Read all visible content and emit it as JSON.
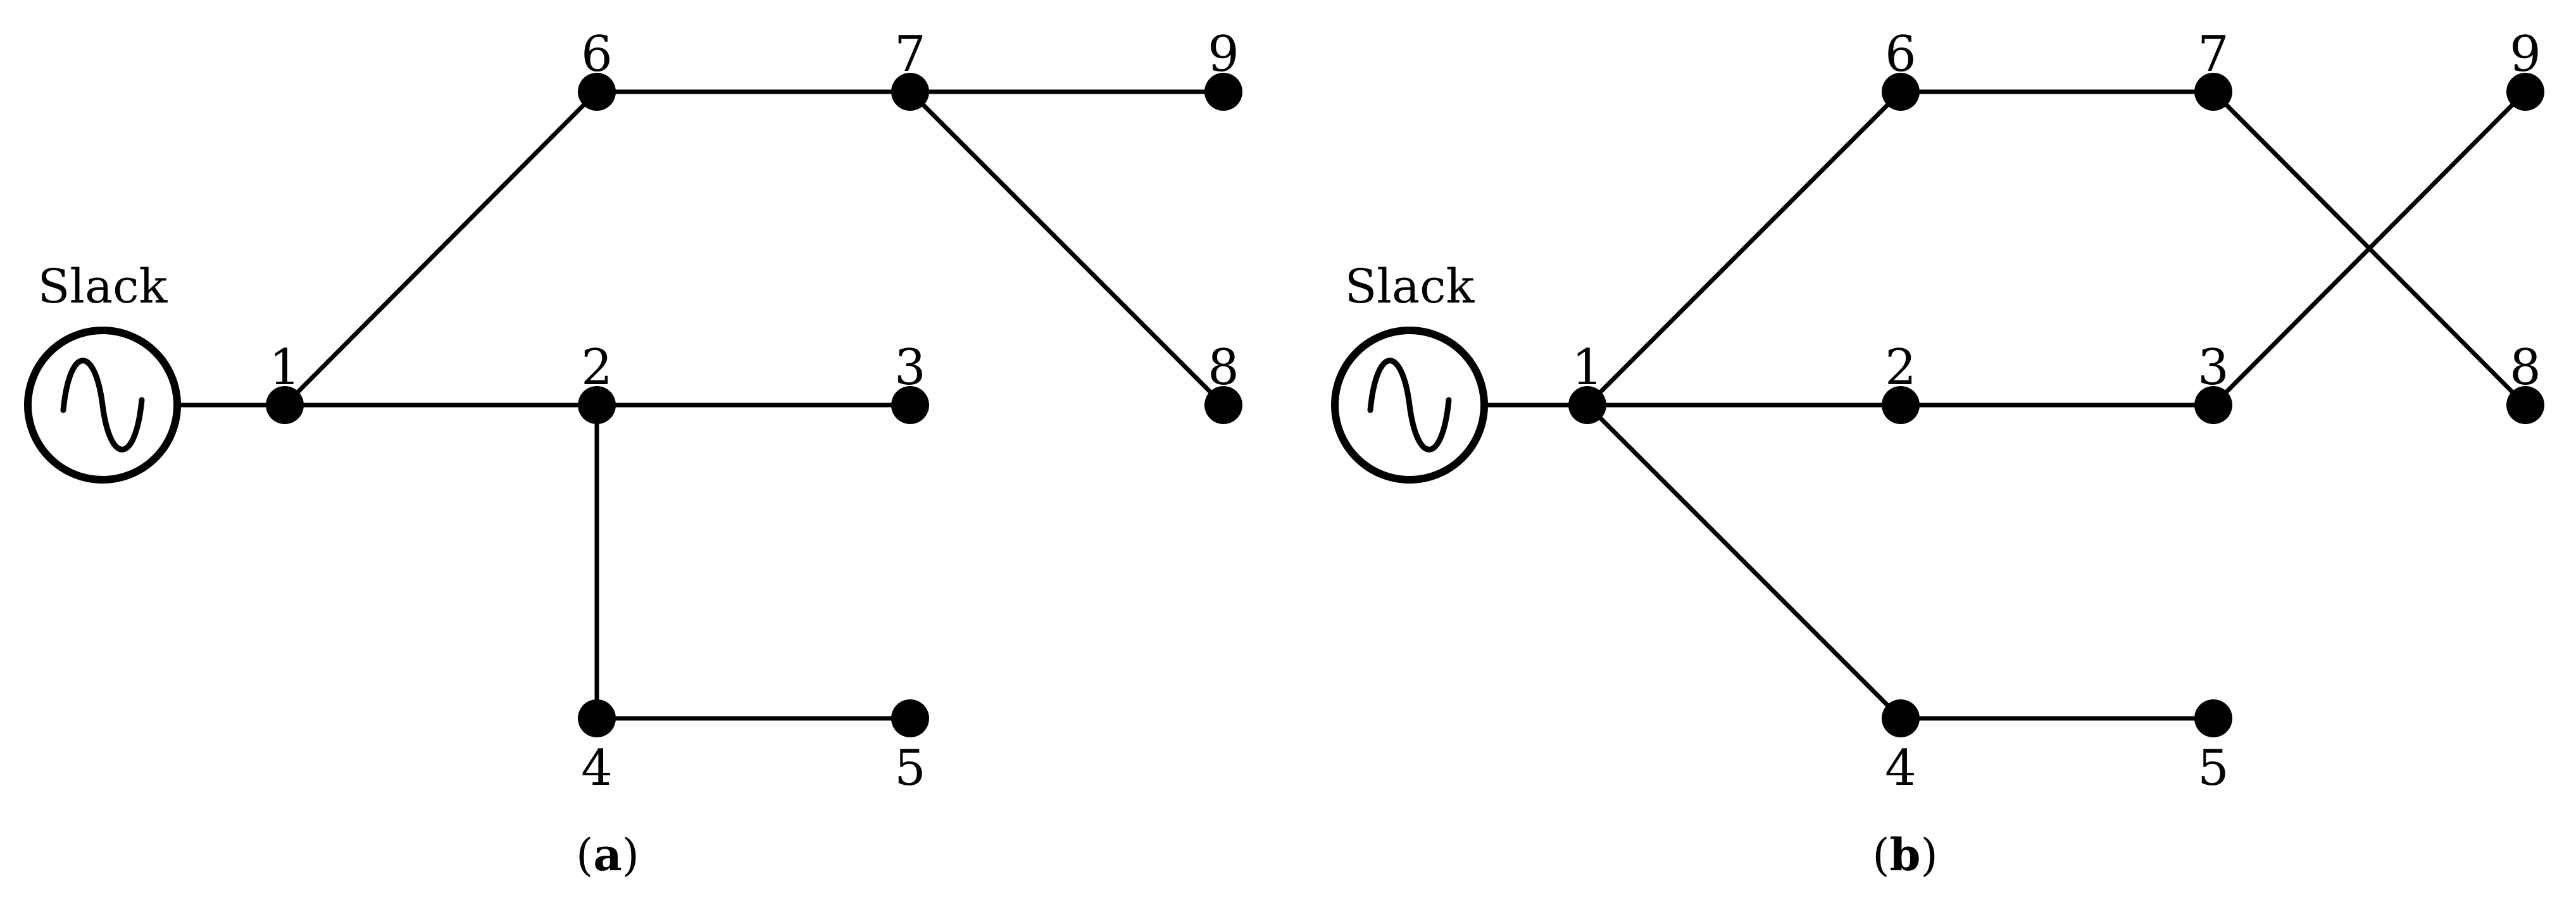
{
  "colors": {
    "line": "#000000",
    "background": "#ffffff"
  },
  "panels": [
    {
      "panel_label_prefix": "(",
      "panel_label_letter": "a",
      "panel_label_suffix": ")",
      "slack_label": "Slack",
      "generator_icon": "ac-source-icon",
      "buses": [
        {
          "id": "1",
          "label": "1"
        },
        {
          "id": "2",
          "label": "2"
        },
        {
          "id": "3",
          "label": "3"
        },
        {
          "id": "4",
          "label": "4"
        },
        {
          "id": "5",
          "label": "5"
        },
        {
          "id": "6",
          "label": "6"
        },
        {
          "id": "7",
          "label": "7"
        },
        {
          "id": "8",
          "label": "8"
        },
        {
          "id": "9",
          "label": "9"
        }
      ],
      "lines": [
        [
          "slack",
          "1"
        ],
        [
          "1",
          "2"
        ],
        [
          "2",
          "3"
        ],
        [
          "2",
          "4"
        ],
        [
          "4",
          "5"
        ],
        [
          "1",
          "6"
        ],
        [
          "6",
          "7"
        ],
        [
          "7",
          "9"
        ],
        [
          "7",
          "8"
        ]
      ]
    },
    {
      "panel_label_prefix": "(",
      "panel_label_letter": "b",
      "panel_label_suffix": ")",
      "slack_label": "Slack",
      "generator_icon": "ac-source-icon",
      "buses": [
        {
          "id": "1",
          "label": "1"
        },
        {
          "id": "2",
          "label": "2"
        },
        {
          "id": "3",
          "label": "3"
        },
        {
          "id": "4",
          "label": "4"
        },
        {
          "id": "5",
          "label": "5"
        },
        {
          "id": "6",
          "label": "6"
        },
        {
          "id": "7",
          "label": "7"
        },
        {
          "id": "8",
          "label": "8"
        },
        {
          "id": "9",
          "label": "9"
        }
      ],
      "lines": [
        [
          "slack",
          "1"
        ],
        [
          "1",
          "2"
        ],
        [
          "2",
          "3"
        ],
        [
          "1",
          "4"
        ],
        [
          "4",
          "5"
        ],
        [
          "1",
          "6"
        ],
        [
          "6",
          "7"
        ],
        [
          "7",
          "8"
        ],
        [
          "3",
          "9"
        ]
      ]
    }
  ]
}
